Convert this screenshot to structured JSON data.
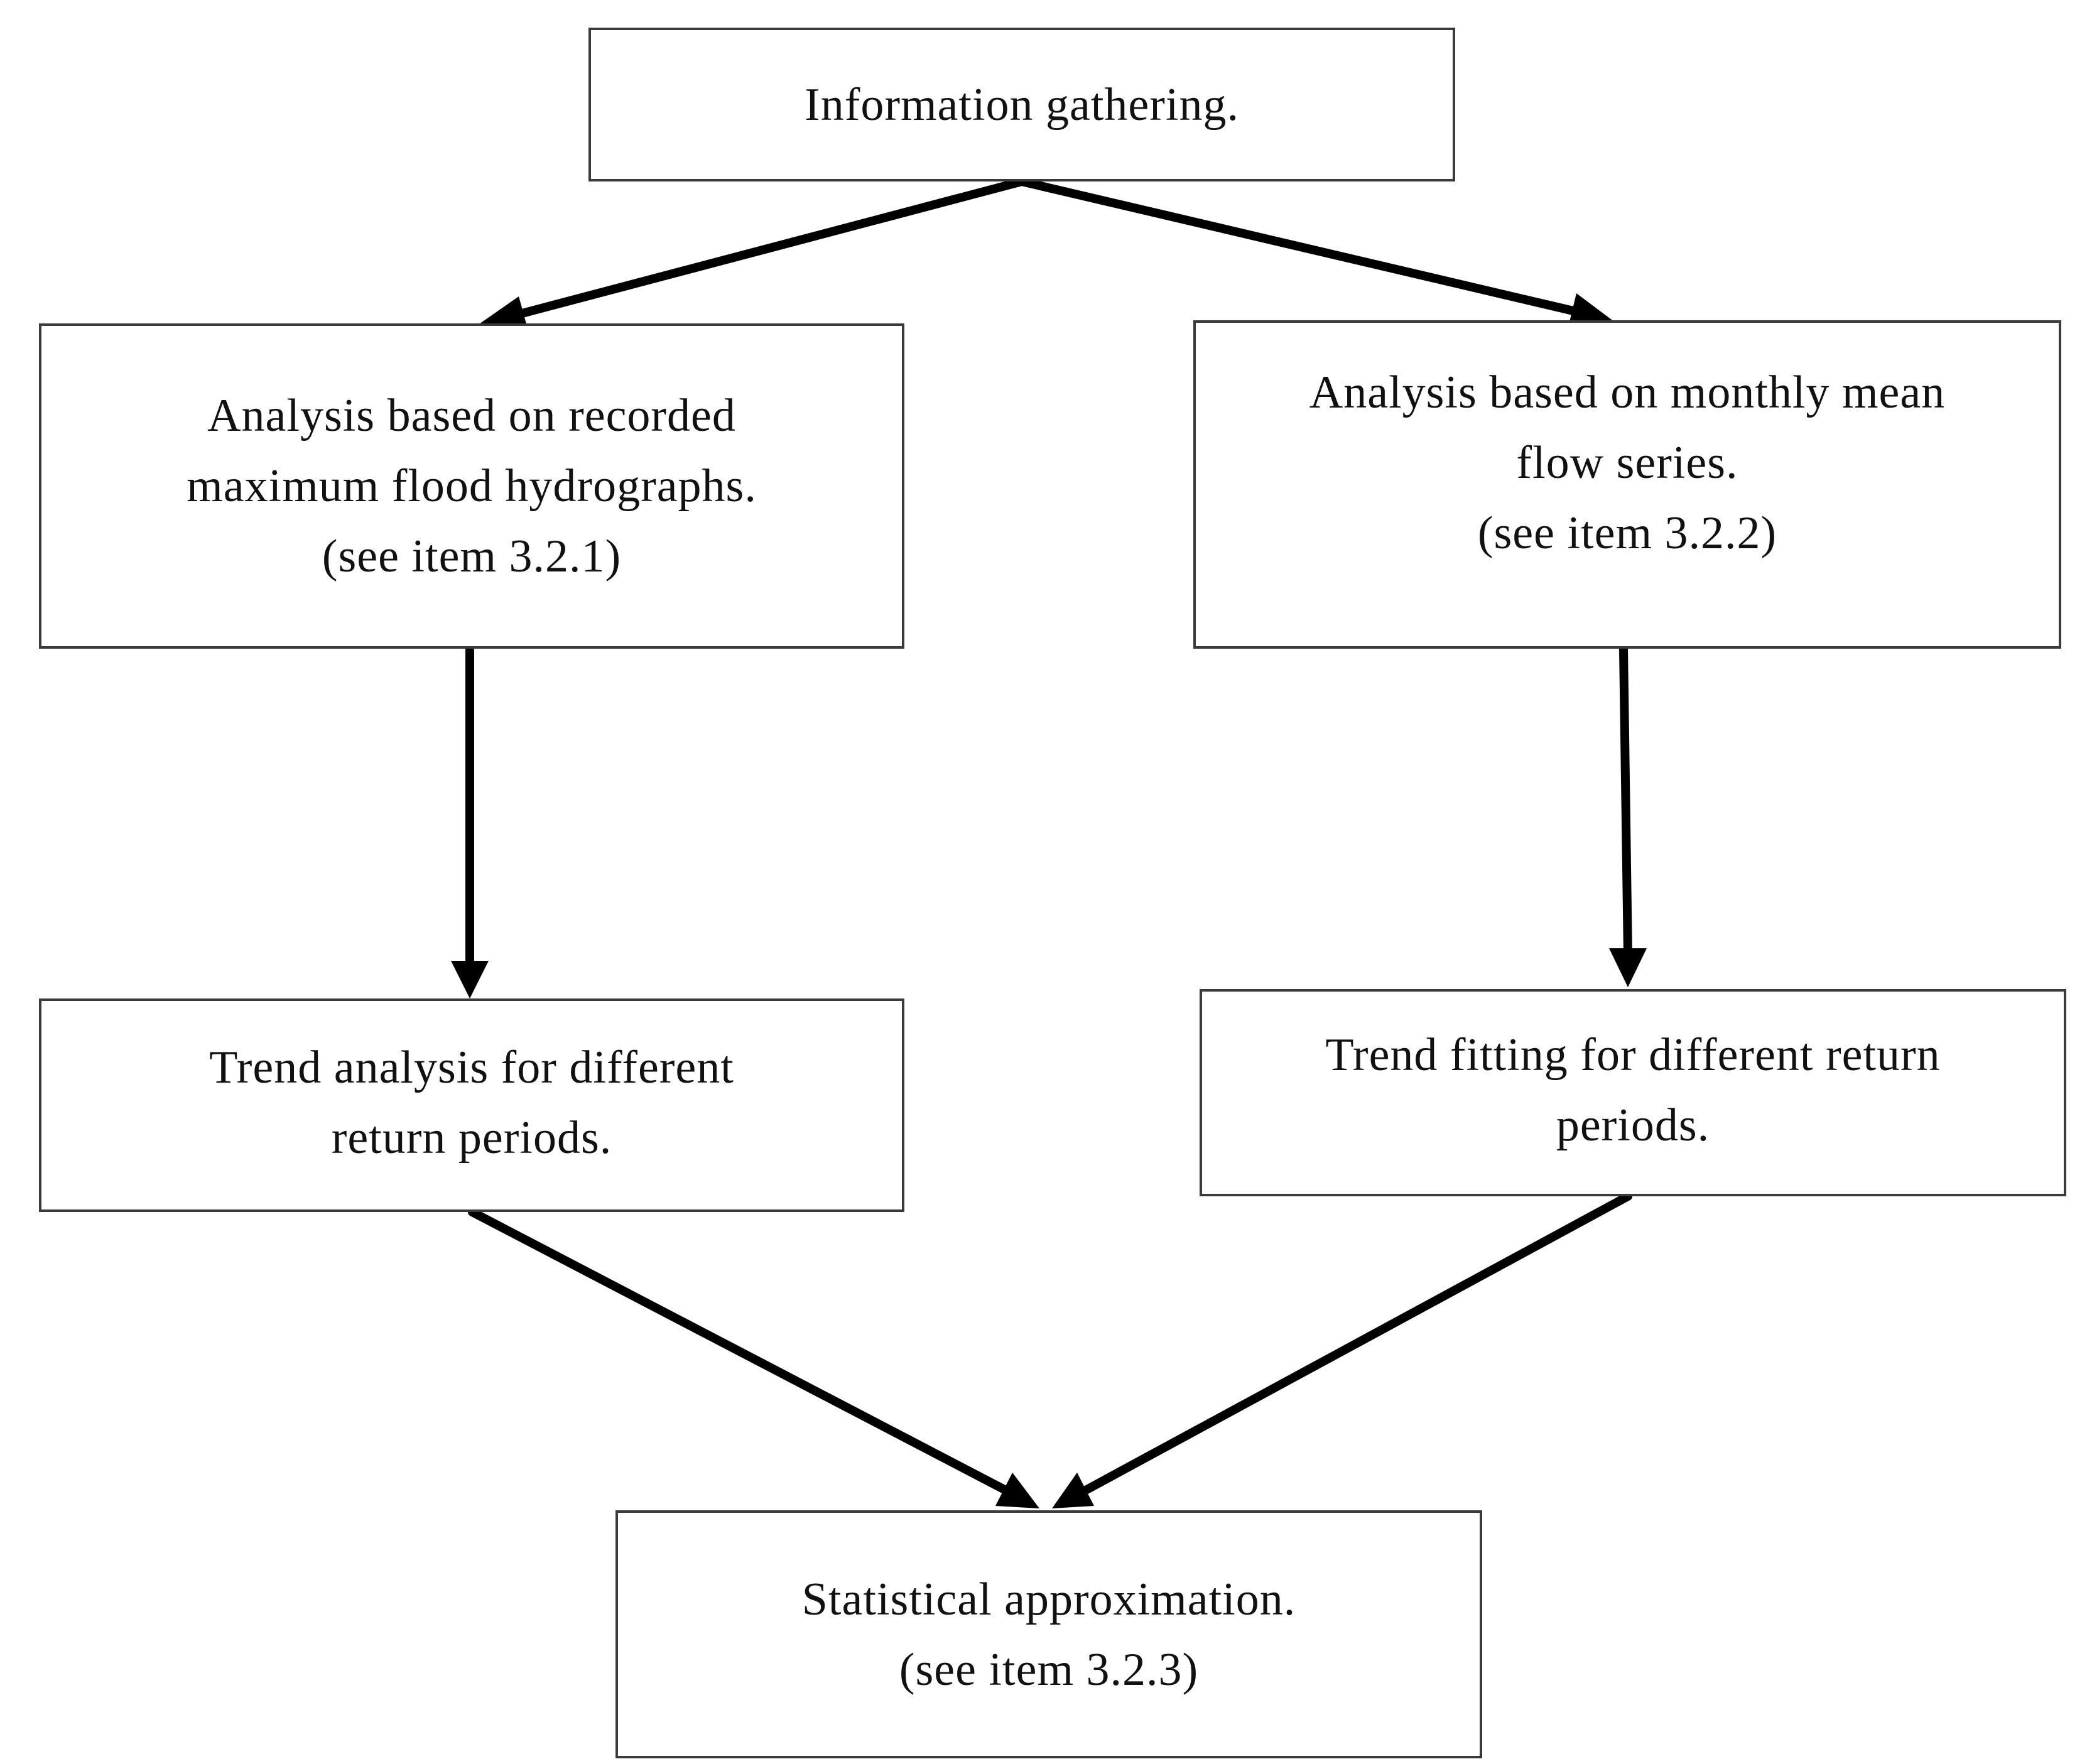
{
  "nodes": {
    "info": {
      "line1": "Information gathering."
    },
    "maxflood": {
      "line1": "Analysis based on recorded",
      "line2": "maximum flood hydrographs.",
      "line3": "(see item 3.2.1)"
    },
    "monthly": {
      "line1": "Analysis based on monthly mean",
      "line2": "flow series.",
      "line3": "(see item 3.2.2)"
    },
    "trend1": {
      "line1": "Trend analysis for different",
      "line2": "return periods."
    },
    "trend2": {
      "line1": "Trend fitting for different return",
      "line2": "periods."
    },
    "stat": {
      "line1": "Statistical approximation.",
      "line2": "(see item 3.2.3)"
    }
  },
  "edges": [
    {
      "from": "info",
      "to": "maxflood"
    },
    {
      "from": "info",
      "to": "monthly"
    },
    {
      "from": "maxflood",
      "to": "trend1"
    },
    {
      "from": "monthly",
      "to": "trend2"
    },
    {
      "from": "trend1",
      "to": "stat"
    },
    {
      "from": "trend2",
      "to": "stat"
    }
  ]
}
